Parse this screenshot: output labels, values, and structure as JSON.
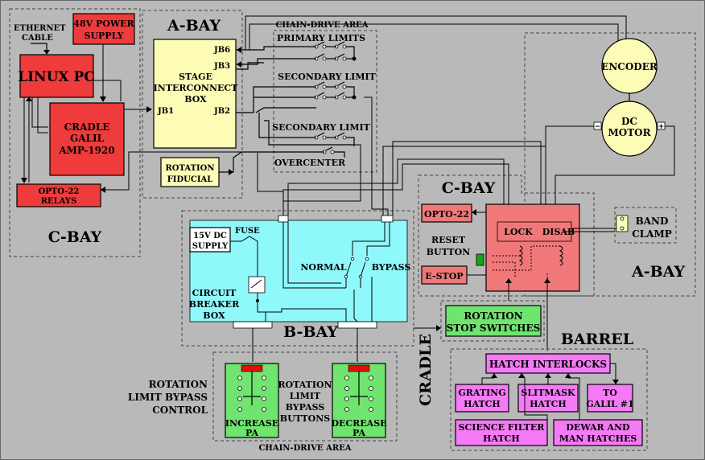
{
  "regions": {
    "c_bay_left": "C-BAY",
    "a_bay_left": "A-BAY",
    "chain_drive_top": "CHAIN-DRIVE AREA",
    "b_bay": "B-BAY",
    "c_bay_right": "C-BAY",
    "a_bay_right": "A-BAY",
    "barrel": "BARREL",
    "cradle": "CRADLE",
    "chain_drive_bottom": "CHAIN-DRIVE AREA"
  },
  "labels": {
    "ethernet_l1": "ETHERNET",
    "ethernet_l2": "CABLE",
    "power_l1": "48V POWER",
    "power_l2": "SUPPLY",
    "linux_pc": "LINUX PC",
    "galil_l1": "CRADLE",
    "galil_l2": "GALIL",
    "galil_l3": "AMP-1920",
    "opto_l1": "OPTO-22",
    "opto_l2": "RELAYS",
    "stage_l1": "STAGE",
    "stage_l2": "INTERCONNECT",
    "stage_l3": "BOX",
    "jb1": "JB1",
    "jb2": "JB2",
    "jb3": "JB3",
    "jb6": "JB6",
    "fiducial_l1": "ROTATION",
    "fiducial_l2": "FIDUCIAL",
    "primary_limits": "PRIMARY LIMITS",
    "secondary_limit_1": "SECONDARY LIMIT",
    "secondary_limit_2": "SECONDARY LIMIT",
    "overcenter": "OVERCENTER",
    "encoder": "ENCODER",
    "dc_motor_l1": "DC",
    "dc_motor_l2": "MOTOR",
    "motor_minus": "−",
    "motor_plus": "+",
    "supply_l1": "15V DC",
    "supply_l2": "SUPPLY",
    "fuse": "FUSE",
    "breaker_l1": "CIRCUIT",
    "breaker_l2": "BREAKER",
    "breaker_l3": "BOX",
    "normal": "NORMAL",
    "bypass": "BYPASS",
    "opto22": "OPTO-22",
    "reset_l1": "RESET",
    "reset_l2": "BUTTON",
    "estop": "E-STOP",
    "lock": "LOCK",
    "disab": "DISAB",
    "band_l1": "BAND",
    "band_l2": "CLAMP",
    "rot_stop_l1": "ROTATION",
    "rot_stop_l2": "STOP SWITCHES",
    "hatch_interlocks": "HATCH INTERLOCKS",
    "grating_l1": "GRATING",
    "grating_l2": "HATCH",
    "slitmask_l1": "SLITMASK",
    "slitmask_l2": "HATCH",
    "to_galil_l1": "TO",
    "to_galil_l2": "GALIL #1",
    "science_l1": "SCIENCE FILTER",
    "science_l2": "HATCH",
    "dewar_l1": "DEWAR AND",
    "dewar_l2": "MAN HATCHES",
    "bypass_ctrl_l1": "ROTATION",
    "bypass_ctrl_l2": "LIMIT BYPASS",
    "bypass_ctrl_l3": "CONTROL",
    "buttons_l1": "ROTATION",
    "buttons_l2": "LIMIT",
    "buttons_l3": "BYPASS",
    "buttons_l4": "BUTTONS",
    "increase_l1": "INCREASE",
    "increase_l2": "PA",
    "decrease_l1": "DECREASE",
    "decrease_l2": "PA"
  },
  "colors": {
    "background": "#b9b9b9",
    "c_bay_fill": "#f7b3b3",
    "component_red": "#ef3b3b",
    "a_bay_fill": "#fcfcb6",
    "chain_fill": "#c8f5c0",
    "b_bay_fill": "#8ff8fb",
    "c_bay_right_fill": "#f8b0b0",
    "c_bay_right_inner": "#f07878",
    "barrel_fill": "#fbb4fb",
    "barrel_box": "#f57af5",
    "rotstop_fill": "#6fe56f",
    "white_box": "#ffffff"
  }
}
